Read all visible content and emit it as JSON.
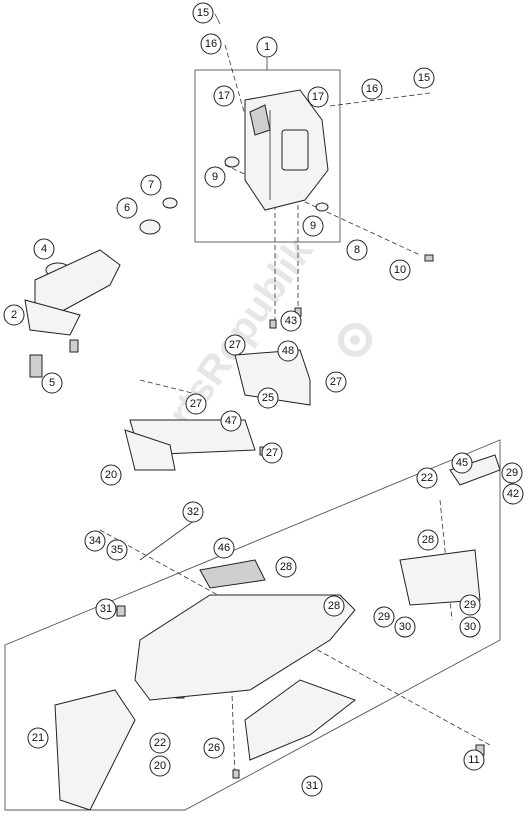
{
  "watermark": "PartsRepublik",
  "callouts": [
    "15",
    "16",
    "1",
    "17",
    "17",
    "16",
    "15",
    "9",
    "9",
    "7",
    "6",
    "4",
    "2",
    "5",
    "8",
    "10",
    "43",
    "27",
    "48",
    "27",
    "27",
    "25",
    "47",
    "27",
    "20",
    "45",
    "29",
    "42",
    "22",
    "32",
    "34",
    "35",
    "46",
    "28",
    "28",
    "31",
    "28",
    "29",
    "30",
    "29",
    "30",
    "21",
    "22",
    "20",
    "26",
    "31",
    "11"
  ]
}
